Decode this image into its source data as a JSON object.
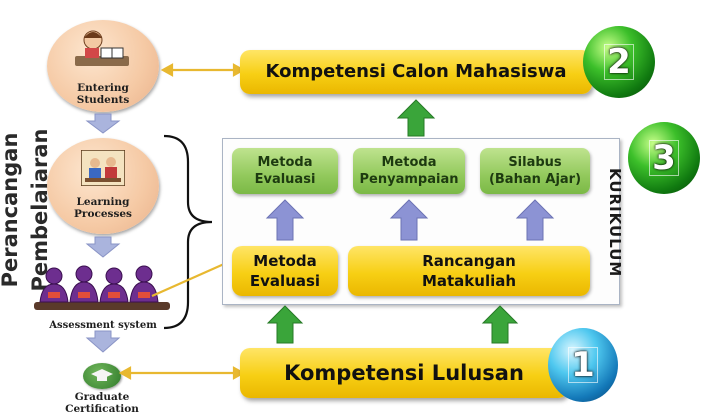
{
  "side_title": "Perancangan Pembelajaran",
  "stages": [
    {
      "label_lines": [
        "Entering",
        "Students"
      ]
    },
    {
      "label_lines": [
        "Learning",
        "Processes"
      ]
    },
    {
      "label": "Assessment system"
    },
    {
      "label_lines": [
        "Graduate",
        "Certification"
      ]
    }
  ],
  "top_bar": {
    "text": "Kompetensi Calon Mahasiswa",
    "badge": "2"
  },
  "bottom_bar": {
    "text": "Kompetensi Lulusan",
    "badge": "1"
  },
  "curriculum": {
    "vertical_label": "KURIKULUM",
    "badge": "3",
    "green_boxes": [
      {
        "lines": [
          "Metoda",
          "Evaluasi"
        ]
      },
      {
        "lines": [
          "Metoda",
          "Penyampaian"
        ]
      },
      {
        "lines": [
          "Silabus",
          "(Bahan Ajar)"
        ]
      }
    ],
    "yellow_boxes": [
      {
        "lines": [
          "Metoda",
          "Evaluasi"
        ]
      },
      {
        "lines": [
          "Rancangan",
          "Matakuliah"
        ]
      }
    ]
  },
  "colors": {
    "yellow": "#f7cf14",
    "green_box": "#92c95c",
    "arrow_green": "#3aa53a",
    "arrow_purple": "#8c93d4",
    "arrow_stage": "#aab4dd",
    "connector": "#e8b830"
  }
}
